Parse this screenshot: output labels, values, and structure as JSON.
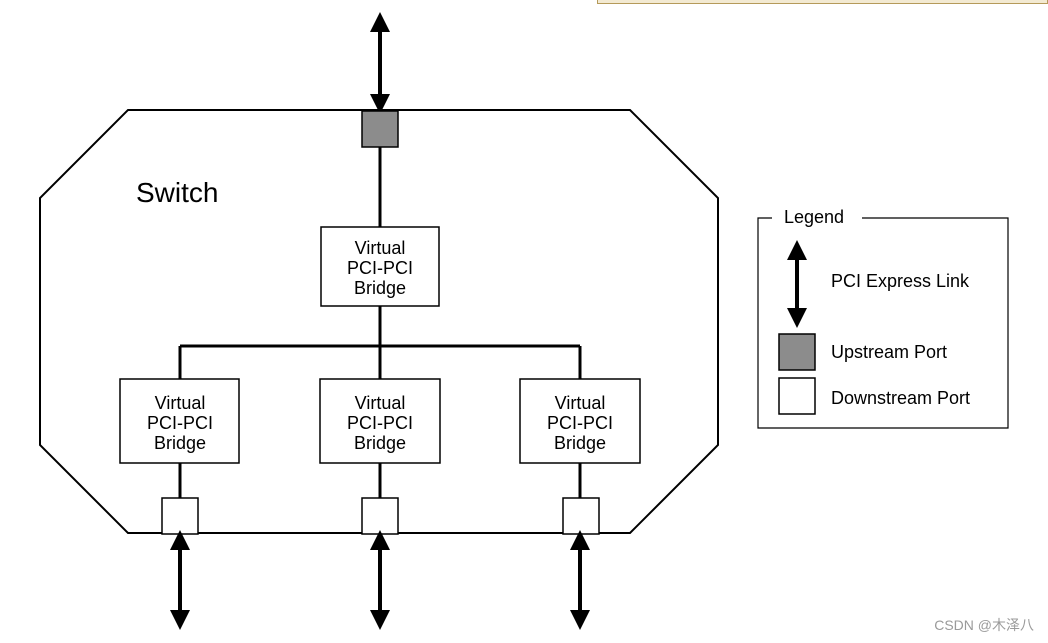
{
  "switch": {
    "label": "Switch"
  },
  "bridges": {
    "top": {
      "lines": [
        "Virtual",
        "PCI-PCI",
        "Bridge"
      ]
    },
    "left": {
      "lines": [
        "Virtual",
        "PCI-PCI",
        "Bridge"
      ]
    },
    "middle": {
      "lines": [
        "Virtual",
        "PCI-PCI",
        "Bridge"
      ]
    },
    "right": {
      "lines": [
        "Virtual",
        "PCI-PCI",
        "Bridge"
      ]
    }
  },
  "legend": {
    "title": "Legend",
    "items": [
      {
        "label": "PCI Express Link",
        "icon": "double-arrow-icon"
      },
      {
        "label": "Upstream Port",
        "icon": "filled-square-icon"
      },
      {
        "label": "Downstream Port",
        "icon": "hollow-square-icon"
      }
    ]
  },
  "watermark": "CSDN @木泽八",
  "colors": {
    "upstream_port": "#8c8c8c",
    "downstream_port": "#ffffff",
    "line": "#000000"
  }
}
